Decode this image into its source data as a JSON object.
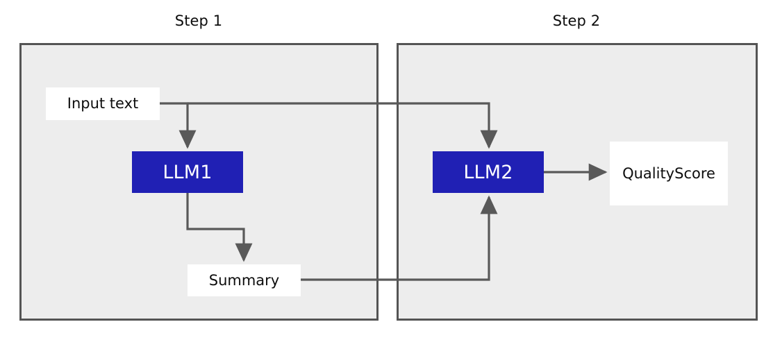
{
  "diagram": {
    "title_visible": false,
    "colors": {
      "panel_bg": "#ededed",
      "panel_border": "#545454",
      "llm_fill": "#2020b4",
      "llm_text": "#ffffff",
      "io_fill": "#ffffff",
      "text": "#0d0d0d",
      "arrow": "#595959",
      "canvas": "#ffffff"
    },
    "panels": [
      {
        "id": "step1",
        "label": "Step 1"
      },
      {
        "id": "step2",
        "label": "Step 2"
      }
    ],
    "nodes": [
      {
        "id": "input_text",
        "label": "Input text",
        "kind": "io",
        "panel": "step1"
      },
      {
        "id": "llm1",
        "label": "LLM1",
        "kind": "llm",
        "panel": "step1"
      },
      {
        "id": "summary",
        "label": "Summary",
        "kind": "io",
        "panel": "step1"
      },
      {
        "id": "llm2",
        "label": "LLM2",
        "kind": "llm",
        "panel": "step2"
      },
      {
        "id": "quality_score",
        "label": "Quality\nScore",
        "kind": "io",
        "panel": "step2",
        "label_line1": "Quality",
        "label_line2": "Score"
      }
    ],
    "edges": [
      {
        "from": "input_text",
        "to": "llm1",
        "arrowhead": true
      },
      {
        "from": "input_text",
        "to": "llm2",
        "arrowhead": true
      },
      {
        "from": "llm1",
        "to": "summary",
        "arrowhead": true
      },
      {
        "from": "summary",
        "to": "llm2",
        "arrowhead": true
      },
      {
        "from": "llm2",
        "to": "quality_score",
        "arrowhead": true
      }
    ]
  }
}
